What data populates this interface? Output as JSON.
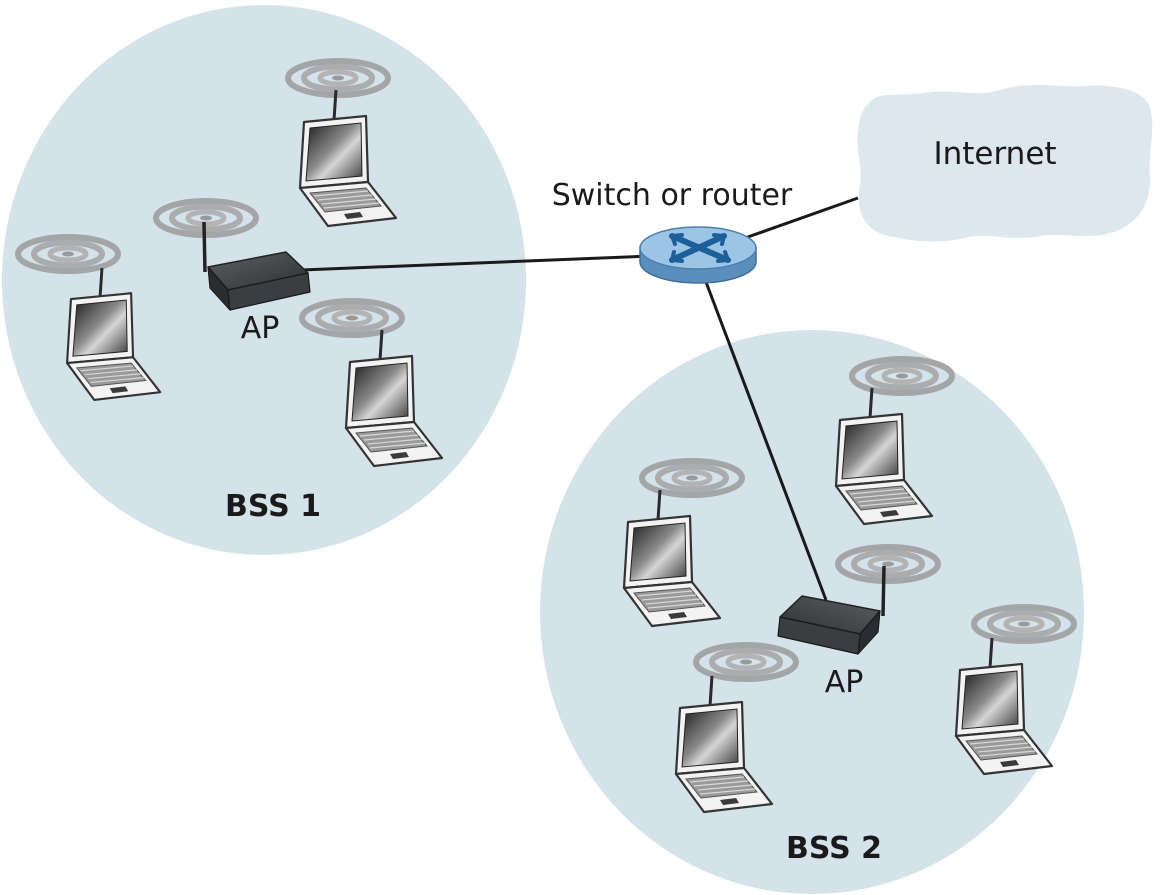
{
  "labels": {
    "internet": "Internet",
    "switch": "Switch or router",
    "ap1": "AP",
    "ap2": "AP",
    "bss1": "BSS 1",
    "bss2": "BSS 2"
  },
  "colors": {
    "bss_fill": "#d4e2ea",
    "cloud_fill": "#dce7ee",
    "link": "#1a1a1a",
    "router_fill": "#6a9dc6",
    "router_top": "#9cc4e4",
    "router_cross": "#1d5f99",
    "ap_body": "#3a3d40",
    "laptop_frame": "#f2f2f2",
    "laptop_outline": "#333333",
    "wave": "#9a9a9a"
  },
  "icons": {
    "laptop": "laptop-icon",
    "access_point": "access-point-icon",
    "router": "router-icon",
    "cloud": "cloud-icon",
    "signal": "wireless-signal-icon"
  }
}
